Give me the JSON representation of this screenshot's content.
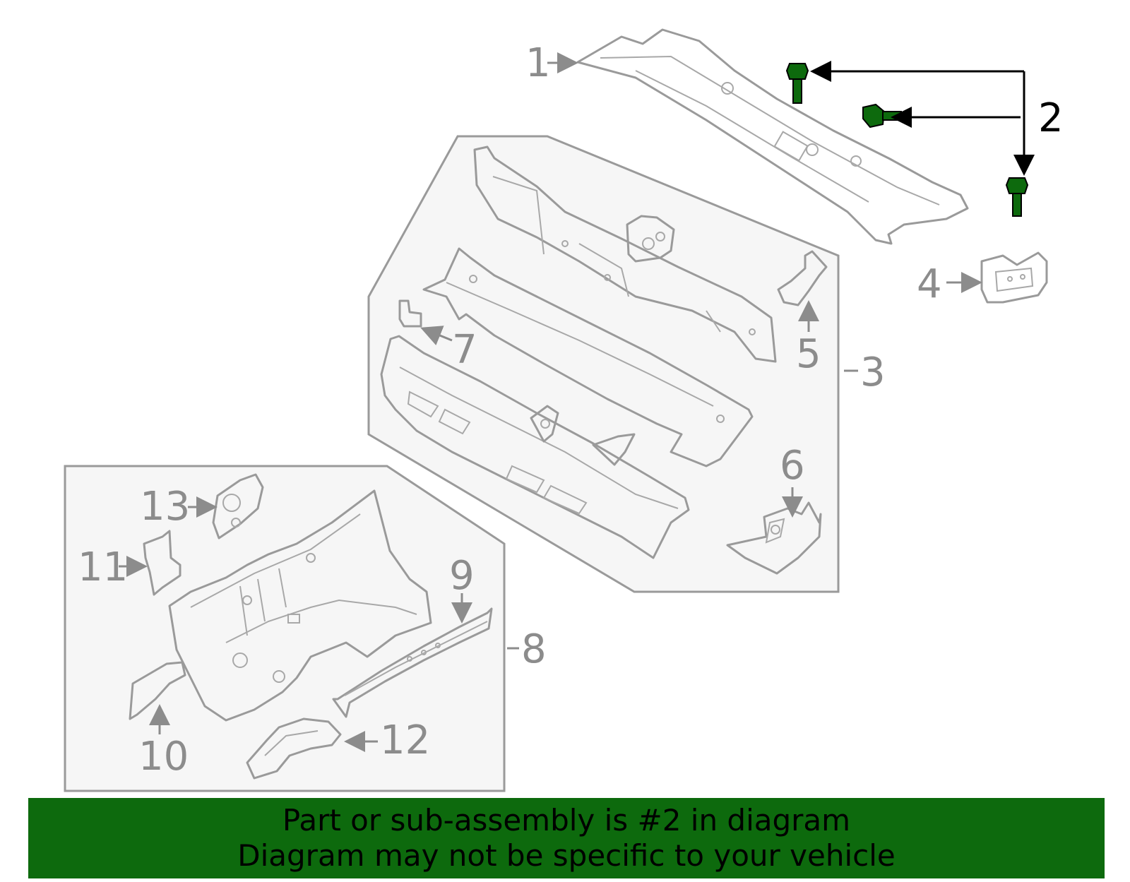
{
  "callouts": {
    "c1": "1",
    "c2": "2",
    "c3": "3",
    "c4": "4",
    "c5": "5",
    "c6": "6",
    "c7": "7",
    "c8": "8",
    "c9": "9",
    "c10": "10",
    "c11": "11",
    "c12": "12",
    "c13": "13"
  },
  "highlight": {
    "part": "2",
    "color": "#0d6a0d"
  },
  "banner": {
    "line1": "Part or sub-assembly is #2 in diagram",
    "line2": "Diagram may not be specific to your vehicle",
    "background": "#0d6a0d"
  }
}
